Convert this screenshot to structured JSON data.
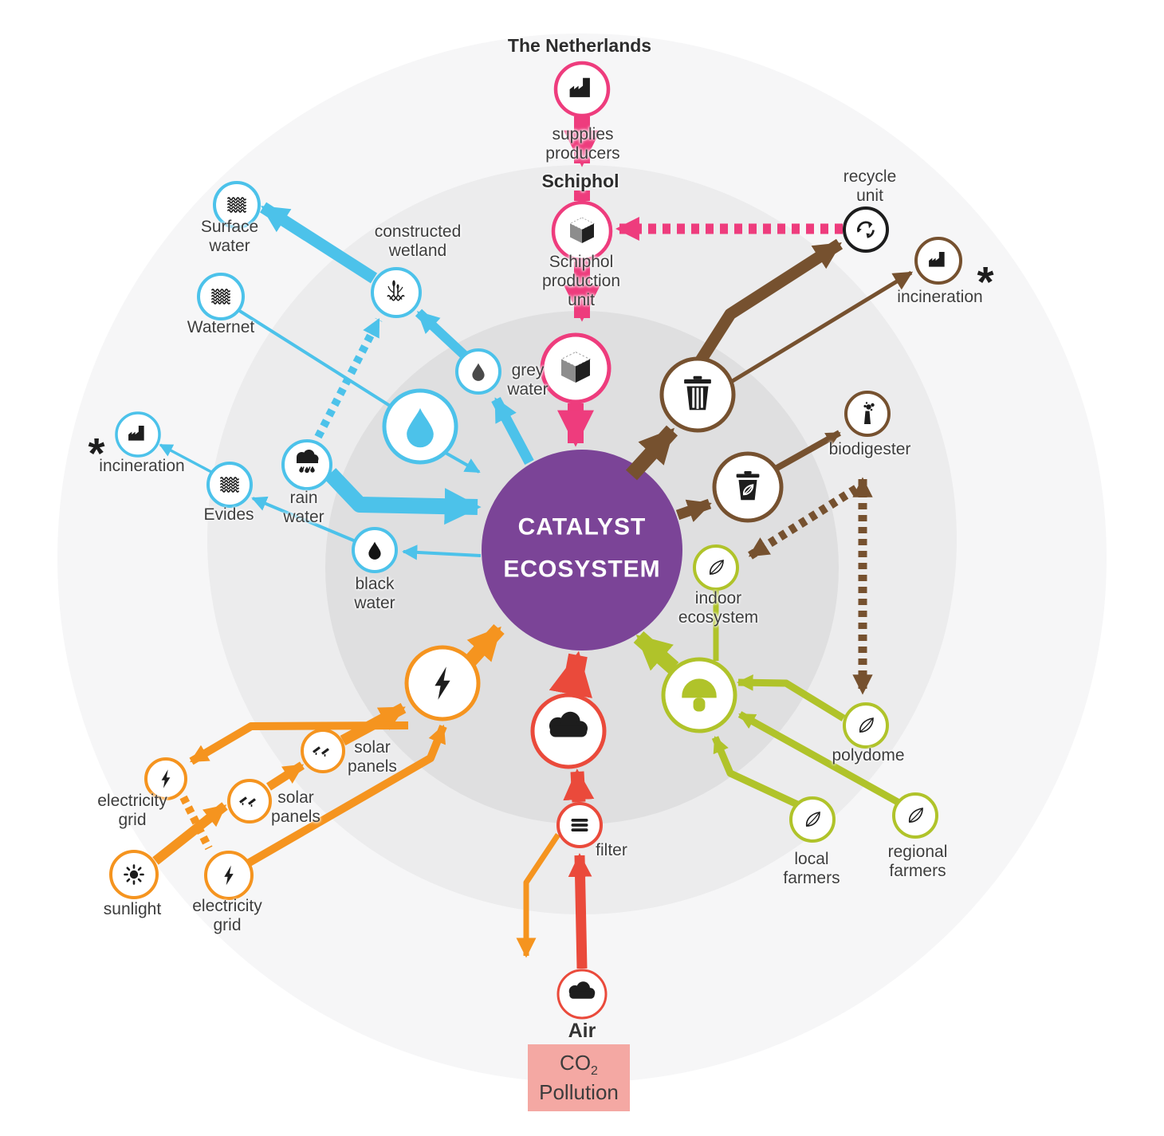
{
  "title": "CATALYST\nECOSYSTEM",
  "labels": {
    "netherlands": "The Netherlands",
    "supplies_producers": "supplies\nproducers",
    "schiphol": "Schiphol",
    "schiphol_production_unit": "Schiphol\nproduction\nunit",
    "recycle_unit": "recycle\nunit",
    "incineration_right": "incineration",
    "asterisk_right": "*",
    "surface_water": "Surface\nwater",
    "constructed_wetland": "constructed\nwetland",
    "waternet": "Waternet",
    "grey_water": "grey\nwater",
    "rain_water": "rain\nwater",
    "asterisk_left": "*",
    "incineration_left": "incineration",
    "evides": "Evides",
    "black_water": "black\nwater",
    "biodigester": "biodigester",
    "indoor_ecosystem": "indoor\necosystem",
    "polydome": "polydome",
    "local_farmers": "local\nfarmers",
    "regional_farmers": "regional\nfarmers",
    "solar_panels_upper": "solar\npanels",
    "solar_panels_lower": "solar\npanels",
    "electricity_grid_upper": "electricity\ngrid",
    "electricity_grid_lower": "electricity\ngrid",
    "sunlight": "sunlight",
    "filter": "filter",
    "air": "Air"
  },
  "co2": {
    "main": "CO",
    "sub": "2",
    "line2": "Pollution"
  },
  "colors": {
    "pink": "#ee3c7d",
    "purple": "#7b4497",
    "blue": "#4cc2ea",
    "orange": "#f5941f",
    "red": "#ea4a3b",
    "green": "#b0c32a",
    "brown": "#76512f",
    "ink": "#1d1d1d",
    "ring_outer": "#f6f6f7",
    "ring_middle": "#ececed",
    "ring_inner": "#dfdfe0",
    "co2_bg": "#f4a8a3"
  },
  "icons": {
    "factory-icon": "factory silhouette",
    "cube-icon": "3d production box",
    "waves-icon": "water surface waves",
    "wetland-icon": "reeds over water",
    "drop-icon": "water drop",
    "raincloud-icon": "cloud with rain",
    "lightning-icon": "electricity bolt",
    "sun-icon": "sun",
    "solar-panel-icon": "tilted solar panels",
    "cloud-icon": "air cloud",
    "filter-icon": "three filter bars",
    "mushroom-icon": "mushroom",
    "leaf-icon": "leaf outline",
    "trash-icon": "waste bin",
    "compost-icon": "bin with leaf",
    "biodigester-icon": "digester with bubbles",
    "recycle-icon": "circular recycle arrows"
  }
}
